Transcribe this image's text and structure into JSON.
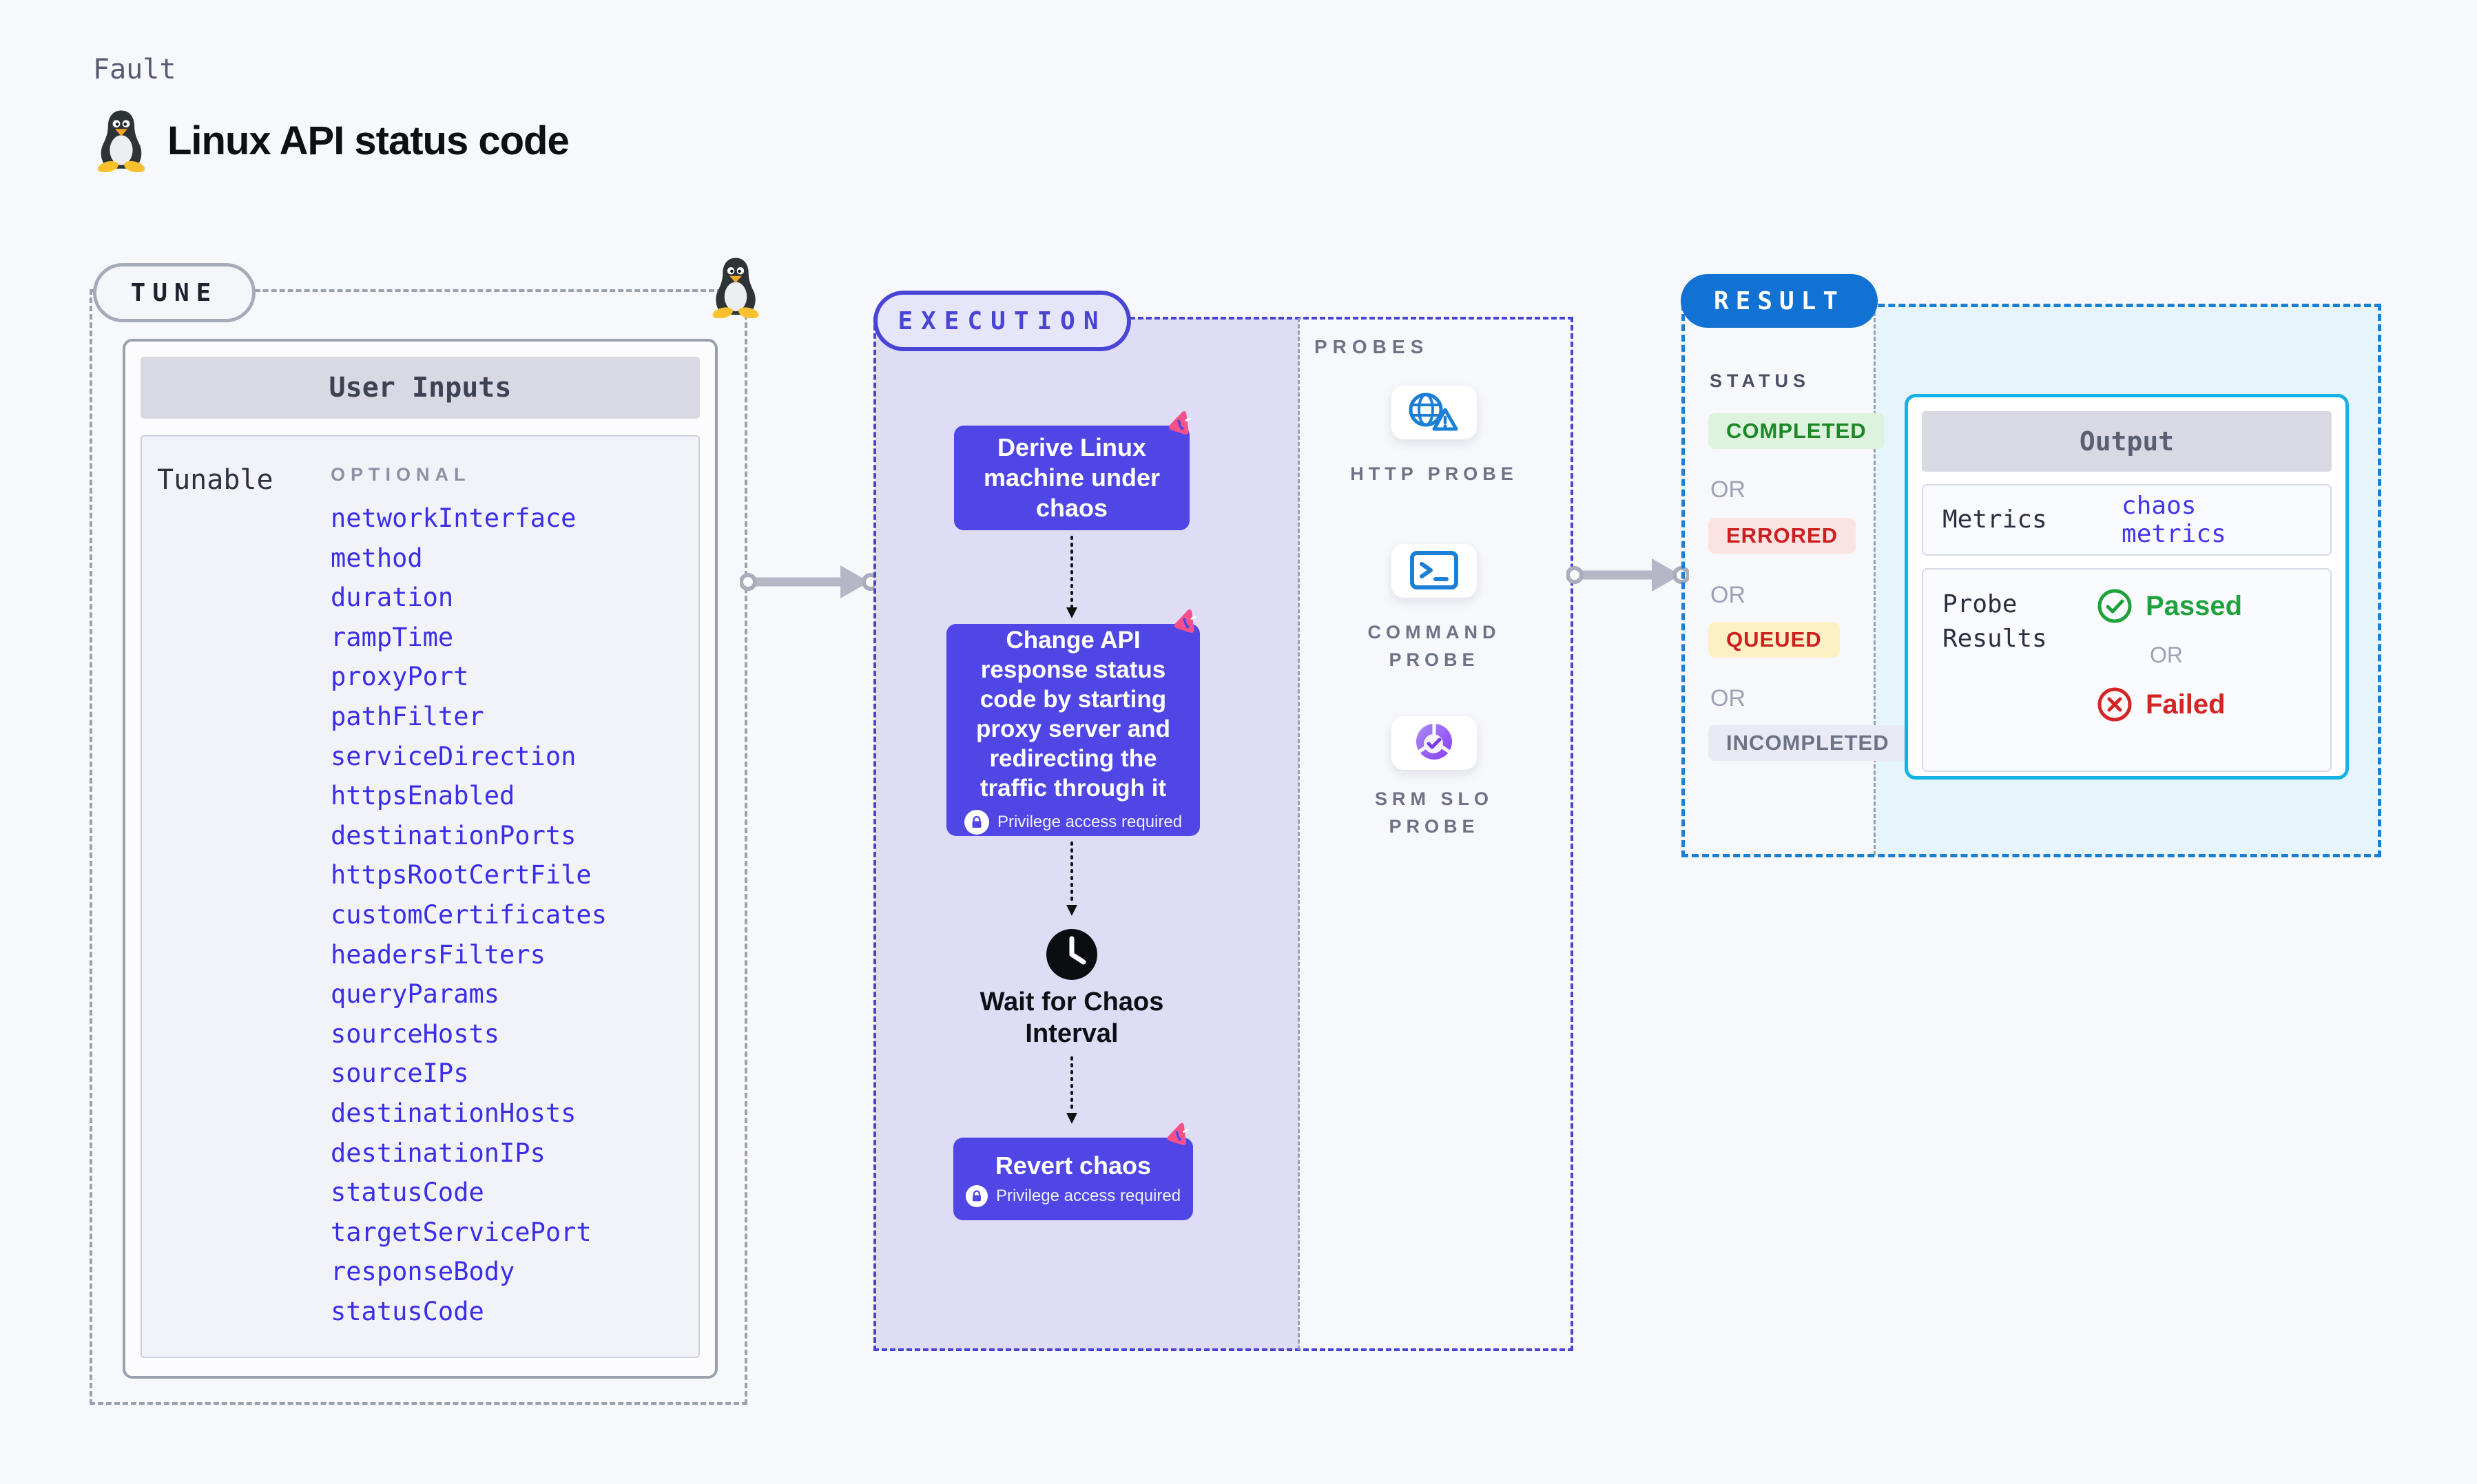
{
  "header": {
    "kicker": "Fault",
    "title": "Linux API status code",
    "title_icon": "tux-penguin"
  },
  "tune": {
    "label": "TUNE",
    "user_inputs": {
      "header": "User Inputs",
      "row_label": "Tunable",
      "column_label": "OPTIONAL",
      "params": [
        "networkInterface",
        "method",
        "duration",
        "rampTime",
        "proxyPort",
        "pathFilter",
        "serviceDirection",
        "httpsEnabled",
        "destinationPorts",
        "httpsRootCertFile",
        "customCertificates",
        "headersFilters",
        "queryParams",
        "sourceHosts",
        "sourceIPs",
        "destinationHosts",
        "destinationIPs",
        "statusCode",
        "targetServicePort",
        "responseBody",
        "statusCode"
      ]
    }
  },
  "execution": {
    "label": "EXECUTION",
    "steps": [
      {
        "text": "Derive Linux machine under chaos"
      },
      {
        "text": "Change API response status code by starting proxy server and redirecting the traffic through it",
        "privilege_label": "Privilege access required"
      },
      {
        "text": "Wait for Chaos Interval",
        "icon": "clock-icon"
      },
      {
        "text": "Revert chaos",
        "privilege_label": "Privilege access required"
      }
    ]
  },
  "probes": {
    "label": "PROBES",
    "items": [
      {
        "label": "HTTP PROBE",
        "icon": "globe-alert-icon"
      },
      {
        "label": "COMMAND PROBE",
        "icon": "terminal-icon"
      },
      {
        "label": "SRM SLO PROBE",
        "icon": "slo-gauge-icon"
      }
    ]
  },
  "result": {
    "label": "RESULT",
    "status_heading": "STATUS",
    "or_label": "OR",
    "statuses": [
      {
        "label": "COMPLETED"
      },
      {
        "label": "ERRORED"
      },
      {
        "label": "QUEUED"
      },
      {
        "label": "INCOMPLETED"
      }
    ],
    "output": {
      "header": "Output",
      "metrics_label": "Metrics",
      "metrics_value": "chaos metrics",
      "probe_results_label": "Probe Results",
      "passed_label": "Passed",
      "or_label": "OR",
      "failed_label": "Failed"
    }
  },
  "colors": {
    "background": "#f7f8fc",
    "accent_indigo": "#4a44d6",
    "step_box_indigo": "#4f46e5",
    "execution_fill": "#dfddf6",
    "param_blue": "#3a2ee8",
    "result_blue": "#1172d3",
    "output_border_cyan": "#14b1e6",
    "result_fill_cyan": "#e6f5fc",
    "completed_green": "#1d8727",
    "errored_red": "#cc1f1f",
    "queued_bg": "#fdf0c4",
    "incompleted_gray": "#6d7285",
    "passed_green": "#1ea23c",
    "failed_red": "#d42525",
    "litmus_pink": "#f8508a",
    "probe_icon_blue": "#1b7fd6",
    "srm_purple": "#8b3df2"
  }
}
